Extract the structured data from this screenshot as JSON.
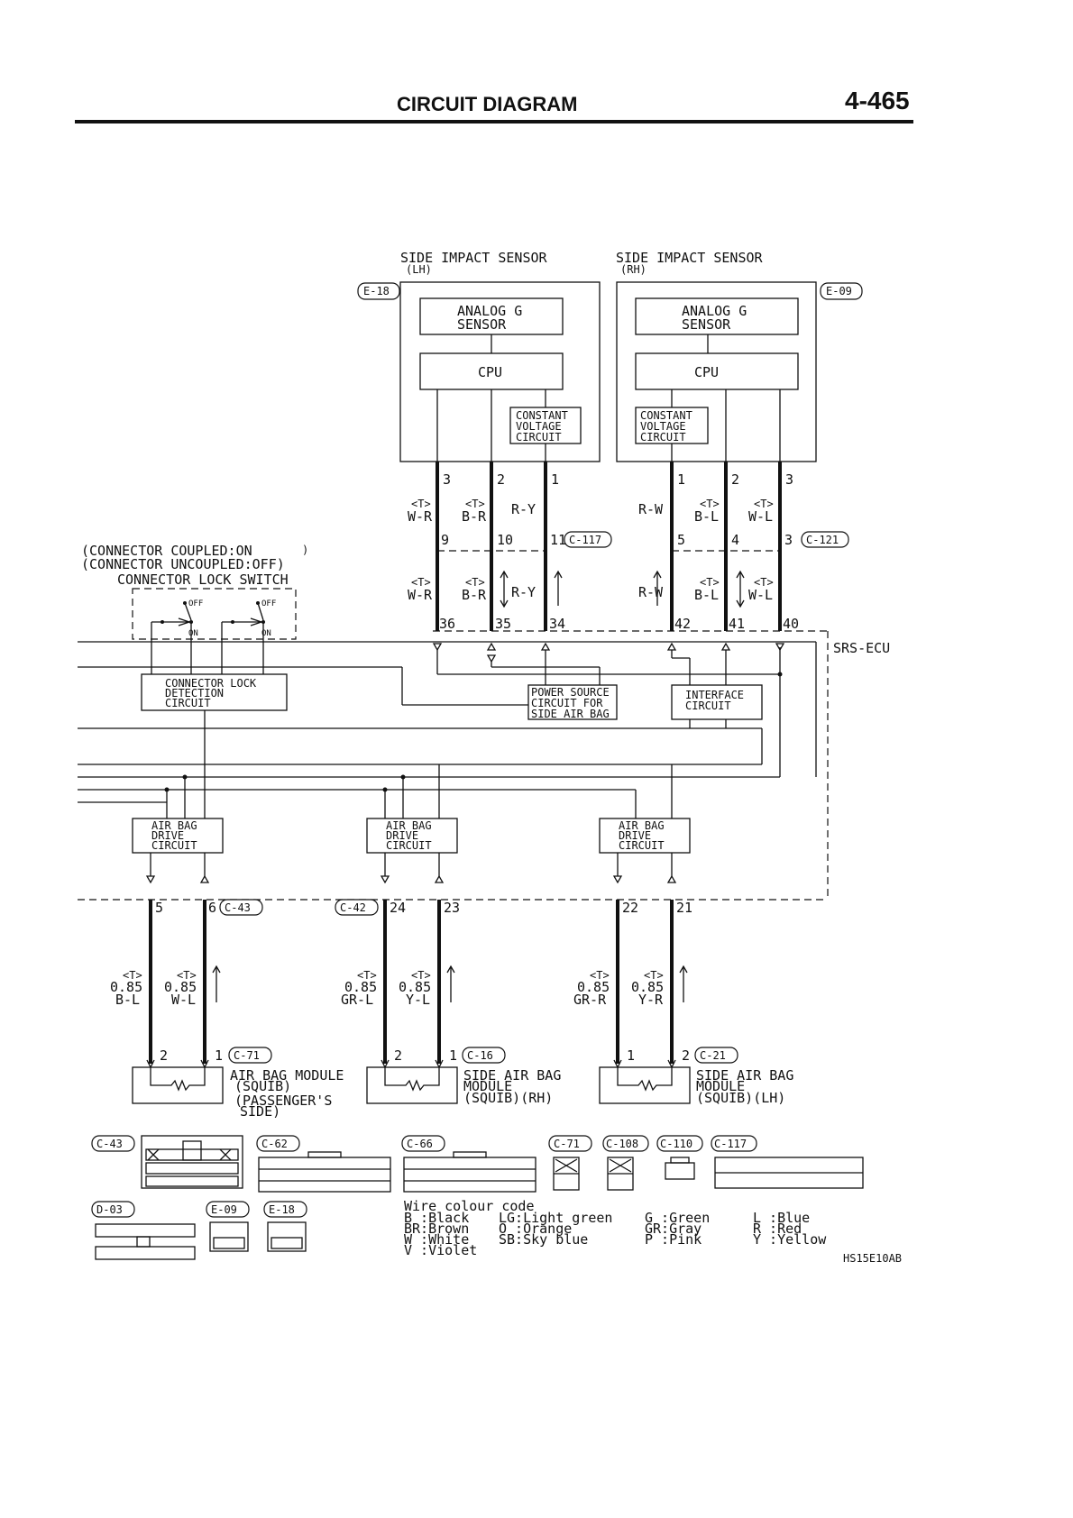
{
  "header": {
    "title": "CIRCUIT DIAGRAM",
    "page_number": "4-465"
  },
  "sensors": [
    {
      "name": "SIDE IMPACT SENSOR",
      "side": "(LH)",
      "connector": "E-18",
      "analog": [
        "ANALOG G",
        "SENSOR"
      ],
      "cpu": "CPU",
      "cv": [
        "CONSTANT",
        "VOLTAGE",
        "CIRCUIT"
      ],
      "pins": [
        "3",
        "2",
        "1"
      ]
    },
    {
      "name": "SIDE IMPACT SENSOR",
      "side": "(RH)",
      "connector": "E-09",
      "analog": [
        "ANALOG G",
        "SENSOR"
      ],
      "cpu": "CPU",
      "cv": [
        "CONSTANT",
        "VOLTAGE",
        "CIRCUIT"
      ],
      "pins": [
        "1",
        "2",
        "3"
      ]
    }
  ],
  "upper_wires": {
    "left": [
      {
        "t": "<T>",
        "c": "W-R"
      },
      {
        "t": "<T>",
        "c": "B-R"
      },
      {
        "t": "",
        "c": "R-Y"
      }
    ],
    "right": [
      {
        "t": "",
        "c": "R-W"
      },
      {
        "t": "<T>",
        "c": "B-L"
      },
      {
        "t": "<T>",
        "c": "W-L"
      }
    ],
    "c117": {
      "label": "C-117",
      "pins": [
        "9",
        "10",
        "11"
      ]
    },
    "c121": {
      "label": "C-121",
      "pins": [
        "5",
        "4",
        "3"
      ]
    },
    "ecu_pins_left": [
      "36",
      "35",
      "34"
    ],
    "ecu_pins_right": [
      "42",
      "41",
      "40"
    ]
  },
  "lock_switch": {
    "note1": "(CONNECTOR COUPLED:ON",
    "note2": "(CONNECTOR UNCOUPLED:OFF)",
    "title": "CONNECTOR LOCK SWITCH",
    "off": "OFF",
    "on": "ON"
  },
  "ecu": {
    "label": "SRS-ECU",
    "lock_detect": [
      "CONNECTOR LOCK",
      "DETECTION",
      "CIRCUIT"
    ],
    "power": [
      "POWER SOURCE",
      "CIRCUIT FOR",
      "SIDE AIR BAG"
    ],
    "interface": [
      "INTERFACE",
      "CIRCUIT"
    ],
    "drive": [
      "AIR BAG",
      "DRIVE",
      "CIRCUIT"
    ]
  },
  "lower": {
    "c43": {
      "label": "C-43",
      "pins": [
        "5",
        "6"
      ]
    },
    "c42": {
      "label": "C-42",
      "pins": [
        "24",
        "23",
        "22",
        "21"
      ]
    },
    "wires": [
      {
        "t": "<T>",
        "g": "0.85",
        "c": "B-L"
      },
      {
        "t": "<T>",
        "g": "0.85",
        "c": "W-L"
      },
      {
        "t": "<T>",
        "g": "0.85",
        "c": "GR-L"
      },
      {
        "t": "<T>",
        "g": "0.85",
        "c": "Y-L"
      },
      {
        "t": "<T>",
        "g": "0.85",
        "c": "GR-R"
      },
      {
        "t": "<T>",
        "g": "0.85",
        "c": "Y-R"
      }
    ],
    "modules": [
      {
        "conn": "C-71",
        "pins": [
          "2",
          "1"
        ],
        "lines": [
          "AIR BAG MODULE",
          "(SQUIB)",
          "(PASSENGER'S",
          "SIDE)"
        ]
      },
      {
        "conn": "C-16",
        "pins": [
          "2",
          "1"
        ],
        "lines": [
          "SIDE AIR BAG",
          "MODULE",
          "(SQUIB)(RH)"
        ]
      },
      {
        "conn": "C-21",
        "pins": [
          "1",
          "2"
        ],
        "lines": [
          "SIDE AIR BAG",
          "MODULE",
          "(SQUIB)(LH)"
        ]
      }
    ]
  },
  "connectors": {
    "top_labels": [
      "C-43",
      "C-62",
      "C-66",
      "C-71",
      "C-108",
      "C-110",
      "C-117"
    ],
    "bottom_labels": [
      "D-03",
      "E-09",
      "E-18"
    ]
  },
  "legend": {
    "title": "Wire colour code",
    "col1": [
      "B :Black",
      "BR:Brown",
      "W :White",
      "V :Violet"
    ],
    "col2": [
      "LG:Light green",
      "O :Orange",
      "SB:Sky blue"
    ],
    "col3": [
      "G :Green",
      "GR:Gray",
      "P :Pink"
    ],
    "col4": [
      "L :Blue",
      "R :Red",
      "Y :Yellow"
    ]
  },
  "figure_code": "HS15E10AB"
}
